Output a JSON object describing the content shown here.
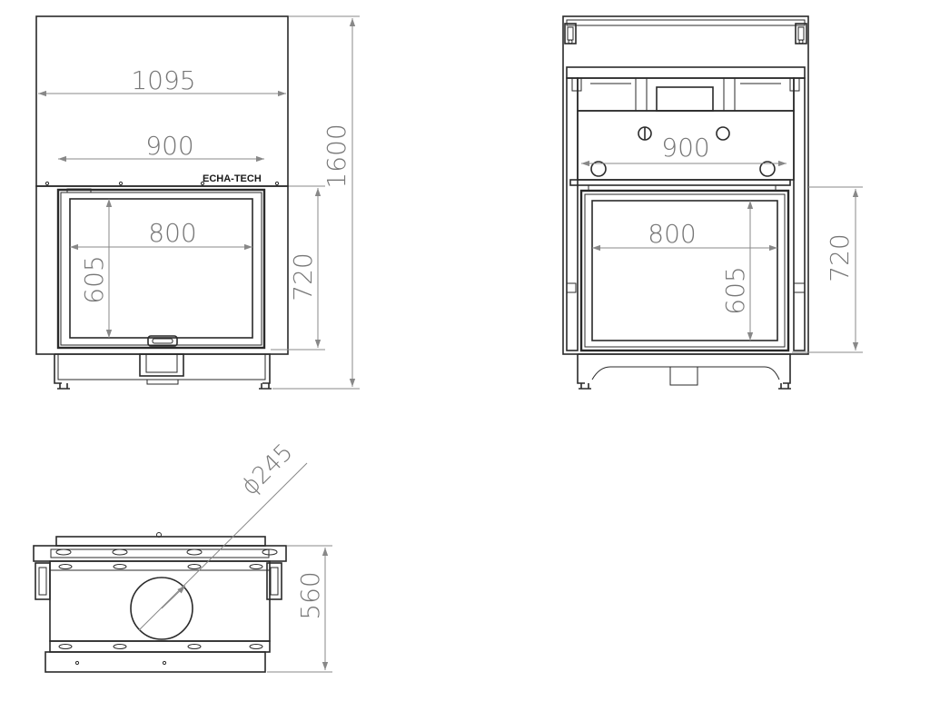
{
  "brand": "ECHA-TECH",
  "front_view": {
    "dimensions": {
      "overall_width": "1095",
      "opening_width": "900",
      "glass_width": "800",
      "glass_height": "605",
      "door_height": "720",
      "total_height": "1600"
    }
  },
  "rear_view": {
    "dimensions": {
      "opening_width": "900",
      "glass_width": "800",
      "glass_height": "605",
      "door_height": "720"
    }
  },
  "top_view": {
    "dimensions": {
      "flue_diameter": "245",
      "depth": "560"
    },
    "diameter_symbol": "ϕ"
  },
  "colors": {
    "line": "#2a2a2a",
    "dimension": "#888888",
    "dimension_text": "#777777"
  }
}
